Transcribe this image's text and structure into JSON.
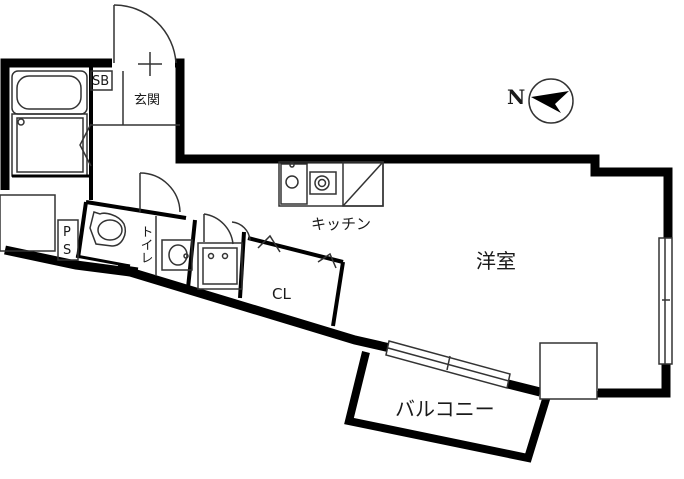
{
  "labels": {
    "shoe_box": "SB",
    "entrance": "玄関",
    "kitchen": "キッチン",
    "western_room": "洋室",
    "toilet": "トイレ",
    "pipe_space_p": "P",
    "pipe_space_s": "S",
    "closet": "CL",
    "balcony": "バルコニー"
  },
  "compass": {
    "north_label": "N"
  },
  "colors": {
    "wall": "#000000",
    "line": "#333333",
    "background": "#ffffff"
  }
}
